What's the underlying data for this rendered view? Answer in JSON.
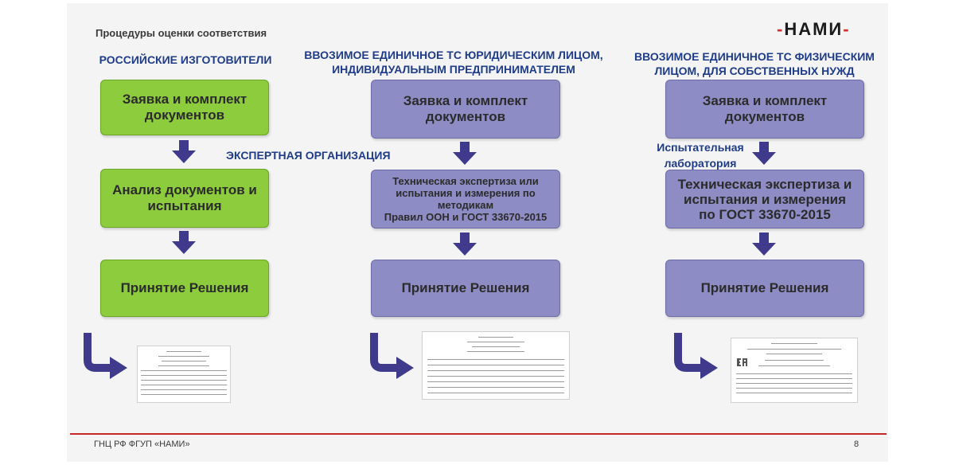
{
  "slide": {
    "title": "Процедуры оценки соответствия",
    "logo": "НАМИ",
    "footer_org": "ГНЦ РФ ФГУП «НАМИ»",
    "page_number": "8"
  },
  "columns": [
    {
      "heading": "РОССИЙСКИЕ ИЗГОТОВИТЕЛИ",
      "box1": "Заявка и комплект документов",
      "box2": "Анализ документов и испытания",
      "box3": "Принятие Решения"
    },
    {
      "heading_line1": "ВВОЗИМОЕ ЕДИНИЧНОЕ ТС ЮРИДИЧЕСКИМ ЛИЦОМ,",
      "heading_line2": "ИНДИВИДУАЛЬНЫМ ПРЕДПРИНИМАТЕЛЕМ",
      "side_note": "ЭКСПЕРТНАЯ ОРГАНИЗАЦИЯ",
      "box1": "Заявка и комплект документов",
      "box2_line1": "Техническая экспертиза или",
      "box2_line2": "испытания и измерения по",
      "box2_line3": "методикам",
      "box2_line4": "Правил ООН и ГОСТ 33670-2015",
      "box3": "Принятие Решения"
    },
    {
      "heading_line1": "ВВОЗИМОЕ ЕДИНИЧНОЕ ТС ФИЗИЧЕСКИМ",
      "heading_line2": "ЛИЦОМ, ДЛЯ СОБСТВЕННЫХ НУЖД",
      "side_note_line1": "Испытательная",
      "side_note_line2": "лаборатория",
      "box1": "Заявка и комплект документов",
      "box2_line1": "Техническая экспертиза и",
      "box2_line2": "испытания и измерения",
      "box2_line3": "по ГОСТ 33670-2015",
      "box3": "Принятие Решения"
    }
  ],
  "colors": {
    "heading_blue": "#1f3c88",
    "green_box": "#8ccc3d",
    "purple_box": "#8e8cc4",
    "arrow": "#3f3a8c",
    "footer_line": "#c62828"
  },
  "icons": [
    "arrow-down-icon",
    "curved-arrow-icon",
    "document-thumbnail-icon",
    "eac-mark-icon"
  ]
}
